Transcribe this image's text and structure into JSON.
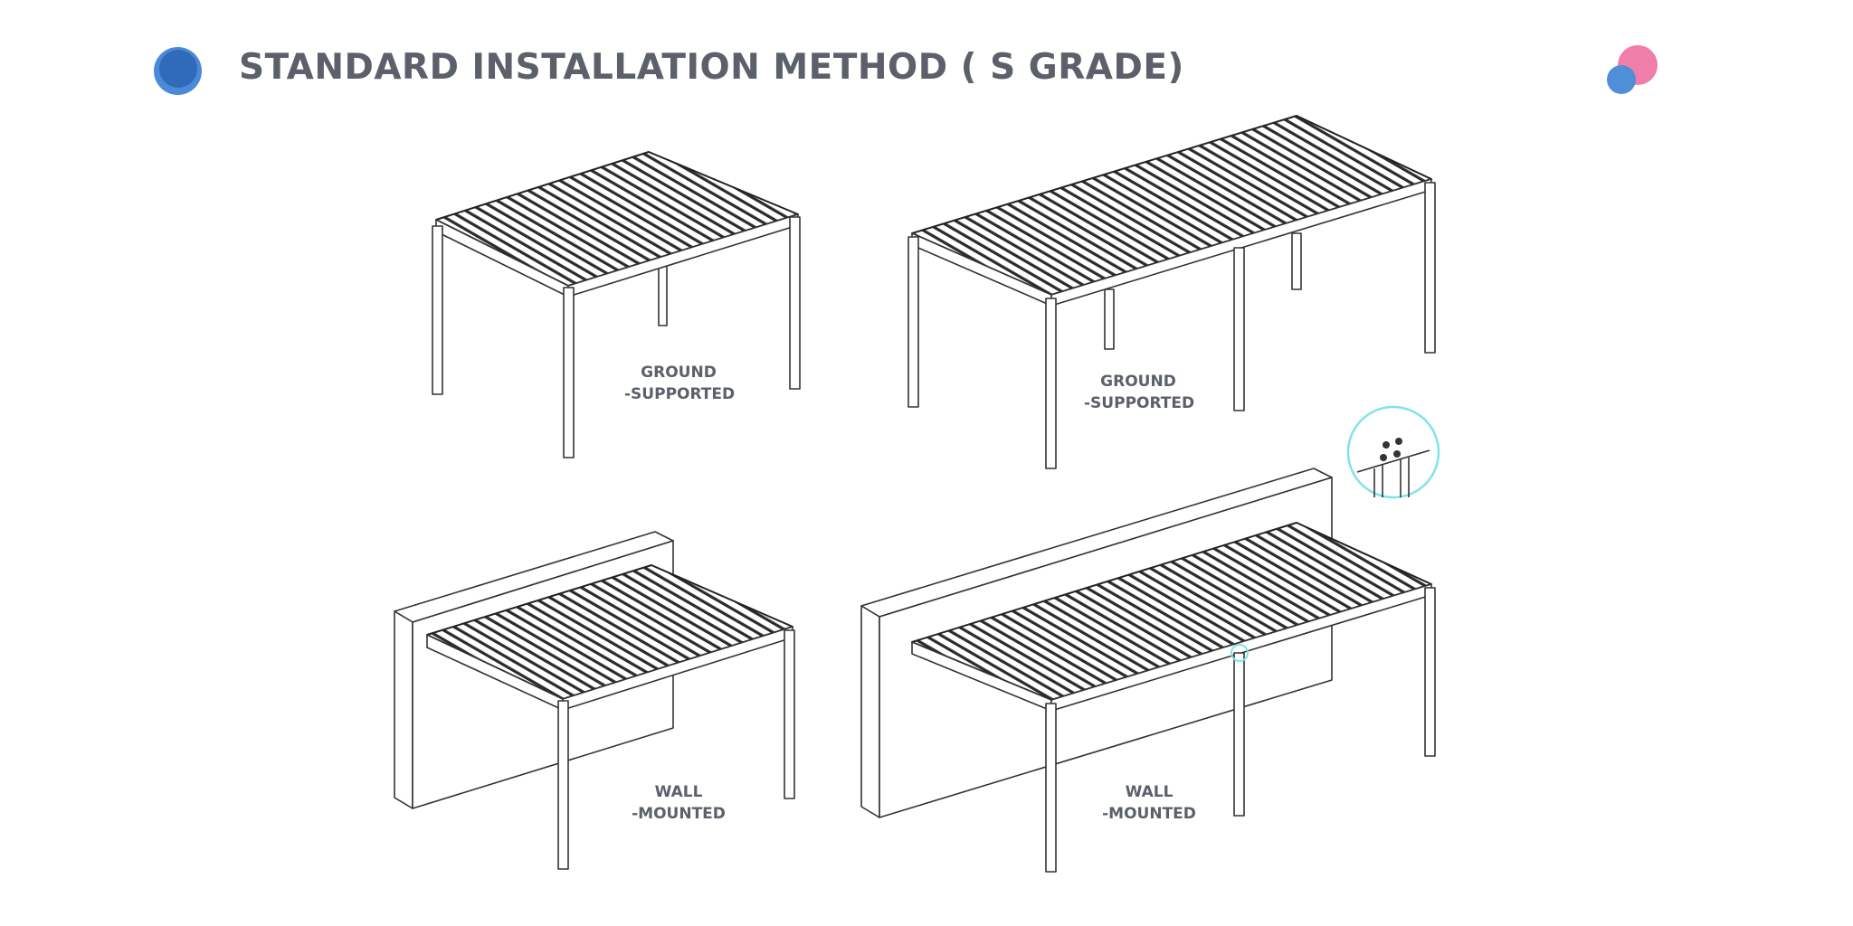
{
  "header": {
    "title": "STANDARD INSTALLATION METHOD ( S GRADE)"
  },
  "diagrams": [
    {
      "name": "small-ground",
      "label_line1": "GROUND",
      "label_line2": "-SUPPORTED"
    },
    {
      "name": "large-ground",
      "label_line1": "GROUND",
      "label_line2": "-SUPPORTED"
    },
    {
      "name": "small-wall",
      "label_line1": "WALL",
      "label_line2": "-MOUNTED"
    },
    {
      "name": "large-wall",
      "label_line1": "WALL",
      "label_line2": "-MOUNTED"
    }
  ],
  "colors": {
    "title": "#5b606a",
    "logo_blue": "#2f6bb8",
    "logo_pink": "#ef7fa8",
    "detail_circle": "#7fe3ea"
  },
  "icons": [
    "logo-left-icon",
    "logo-right-icon",
    "bolt-detail-icon"
  ]
}
